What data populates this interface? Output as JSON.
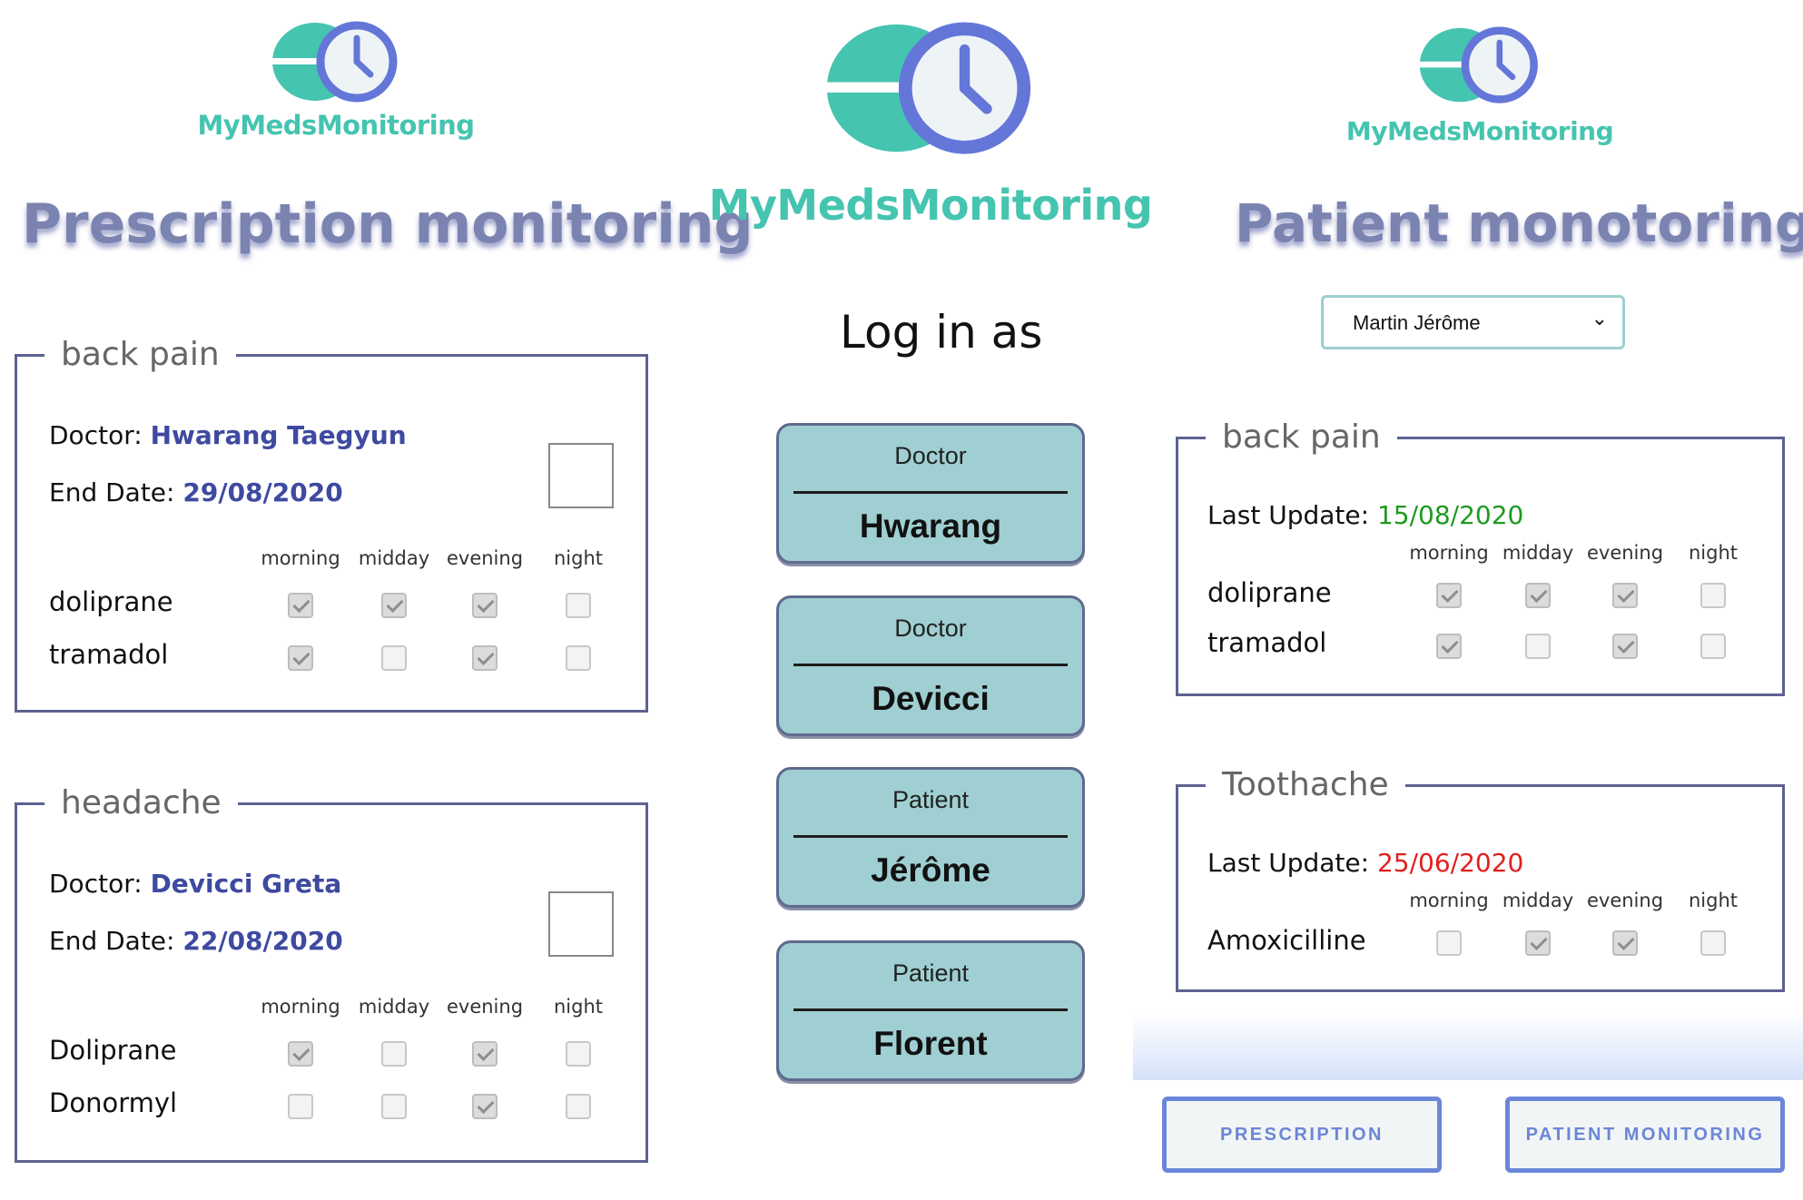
{
  "brand": {
    "name": "MyMedsMonitoring",
    "teal": "#45c4b0",
    "indigo": "#6476d8"
  },
  "prescription_screen": {
    "title": "Prescription monitoring",
    "time_slots": [
      "morning",
      "midday",
      "evening",
      "night"
    ],
    "doctor_label": "Doctor:",
    "end_date_label": "End Date:",
    "prescriptions": [
      {
        "legend": "back pain",
        "doctor": "Hwarang Taegyun",
        "end_date": "29/08/2020",
        "medications": [
          {
            "name": "doliprane",
            "checked": [
              true,
              true,
              true,
              false
            ]
          },
          {
            "name": "tramadol",
            "checked": [
              true,
              false,
              true,
              false
            ]
          }
        ]
      },
      {
        "legend": "headache",
        "doctor": "Devicci Greta",
        "end_date": "22/08/2020",
        "medications": [
          {
            "name": "Doliprane",
            "checked": [
              true,
              false,
              true,
              false
            ]
          },
          {
            "name": "Donormyl",
            "checked": [
              false,
              false,
              true,
              false
            ]
          }
        ]
      }
    ]
  },
  "login_screen": {
    "title": "Log in as",
    "accounts": [
      {
        "role": "Doctor",
        "name": "Hwarang"
      },
      {
        "role": "Doctor",
        "name": "Devicci"
      },
      {
        "role": "Patient",
        "name": "Jérôme"
      },
      {
        "role": "Patient",
        "name": "Florent"
      }
    ]
  },
  "patient_screen": {
    "title": "Patient monotoring",
    "selected_patient": "Martin Jérôme",
    "last_update_label": "Last Update:",
    "time_slots": [
      "morning",
      "midday",
      "evening",
      "night"
    ],
    "cards": [
      {
        "legend": "back pain",
        "last_update": "15/08/2020",
        "status": "green",
        "medications": [
          {
            "name": "doliprane",
            "checked": [
              true,
              true,
              true,
              false
            ]
          },
          {
            "name": "tramadol",
            "checked": [
              true,
              false,
              true,
              false
            ]
          }
        ]
      },
      {
        "legend": "Toothache",
        "last_update": "25/06/2020",
        "status": "red",
        "medications": [
          {
            "name": "Amoxicilline",
            "checked": [
              false,
              true,
              true,
              false
            ]
          }
        ]
      }
    ],
    "nav": {
      "prescription": "PRESCRIPTION",
      "patient_monitoring": "PATIENT MONITORING"
    }
  }
}
